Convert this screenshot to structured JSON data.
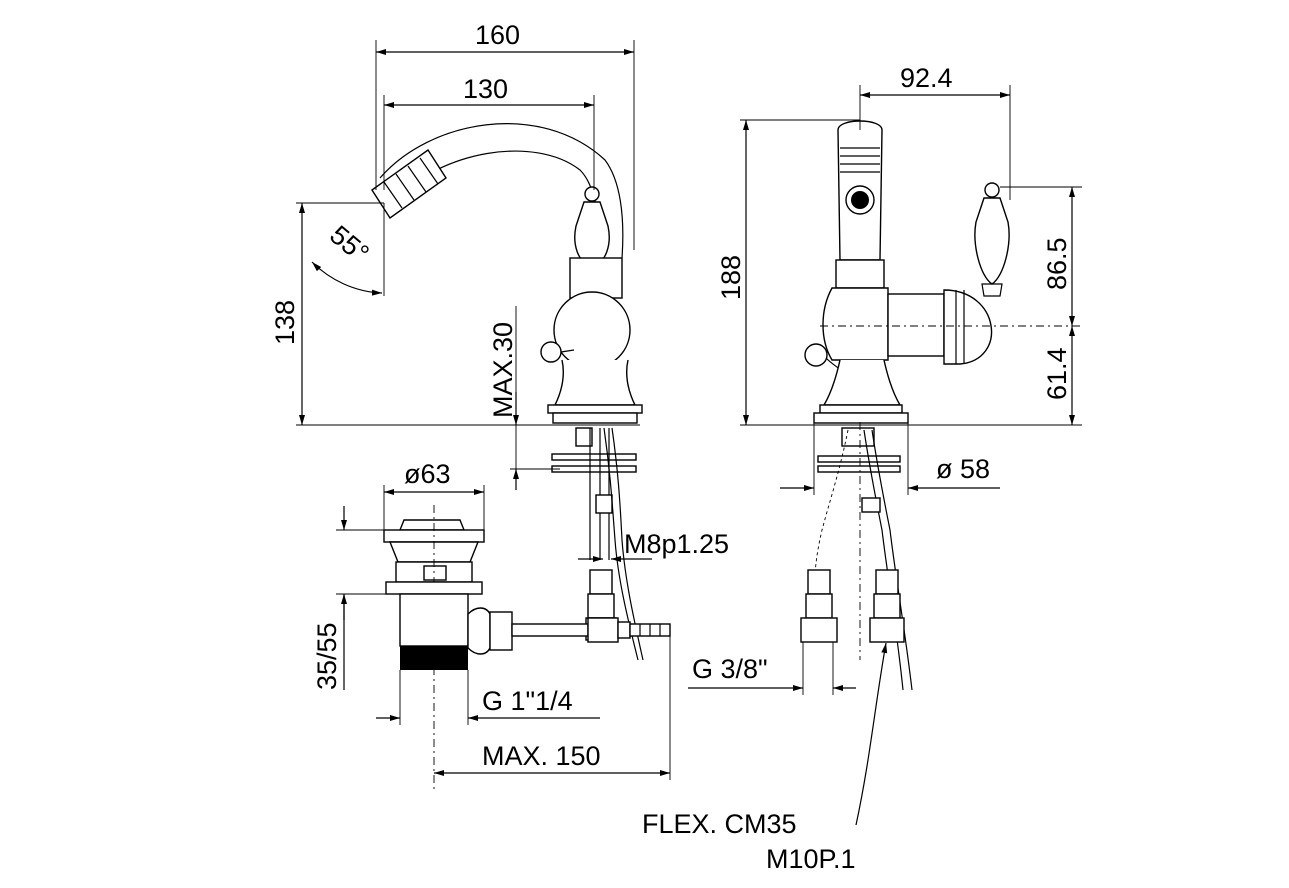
{
  "dimensions": {
    "width_overall": "160",
    "width_spout": "130",
    "height_left": "138",
    "angle": "55°",
    "max_deck": "MAX.30",
    "width_right": "92.4",
    "height_right": "188",
    "handle_upper": "86.5",
    "handle_lower": "61.4",
    "base_diameter": "ø 58",
    "waste_diameter": "ø63",
    "thread_rod": "M8p1.25",
    "waste_height": "35/55",
    "waste_thread": "G  1\"1/4",
    "waste_reach": "MAX.  150",
    "supply_thread": "G  3/8\"",
    "flex_label_1": "FLEX.  CM35",
    "flex_label_2": "M10P.1"
  }
}
